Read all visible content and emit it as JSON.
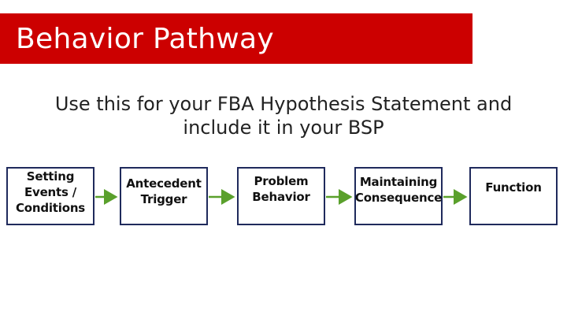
{
  "title": "Behavior Pathway",
  "subtitle": {
    "line1": "Use this for your FBA Hypothesis Statement and",
    "line2": "include it in your BSP"
  },
  "nodes": [
    {
      "lines": [
        "Setting",
        "Events /",
        "Conditions"
      ]
    },
    {
      "lines": [
        "Antecedent",
        "Trigger"
      ]
    },
    {
      "lines": [
        "Problem",
        "Behavior"
      ]
    },
    {
      "lines": [
        "Maintaining",
        "Consequence"
      ]
    },
    {
      "lines": [
        "Function"
      ]
    }
  ],
  "colors": {
    "title_bar": "#cc0000",
    "node_border": "#1f2a5c",
    "arrow": "#5aa02c"
  }
}
